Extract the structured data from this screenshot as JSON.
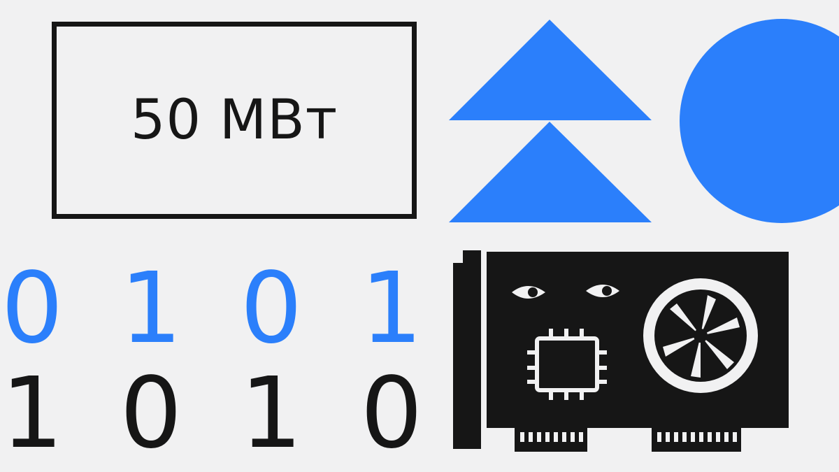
{
  "power": {
    "label": "50 МВт"
  },
  "binary": {
    "top_row": [
      "0",
      "1",
      "0",
      "1"
    ],
    "bottom_row": [
      "1",
      "0",
      "1",
      "0"
    ]
  },
  "colors": {
    "accent": "#2b7ffb",
    "ink": "#161616",
    "background": "#f1f1f2"
  },
  "icons": {
    "shapes": [
      "triangle-icon",
      "triangle-icon",
      "circle-icon"
    ],
    "illustration": "graphics-card-icon"
  }
}
